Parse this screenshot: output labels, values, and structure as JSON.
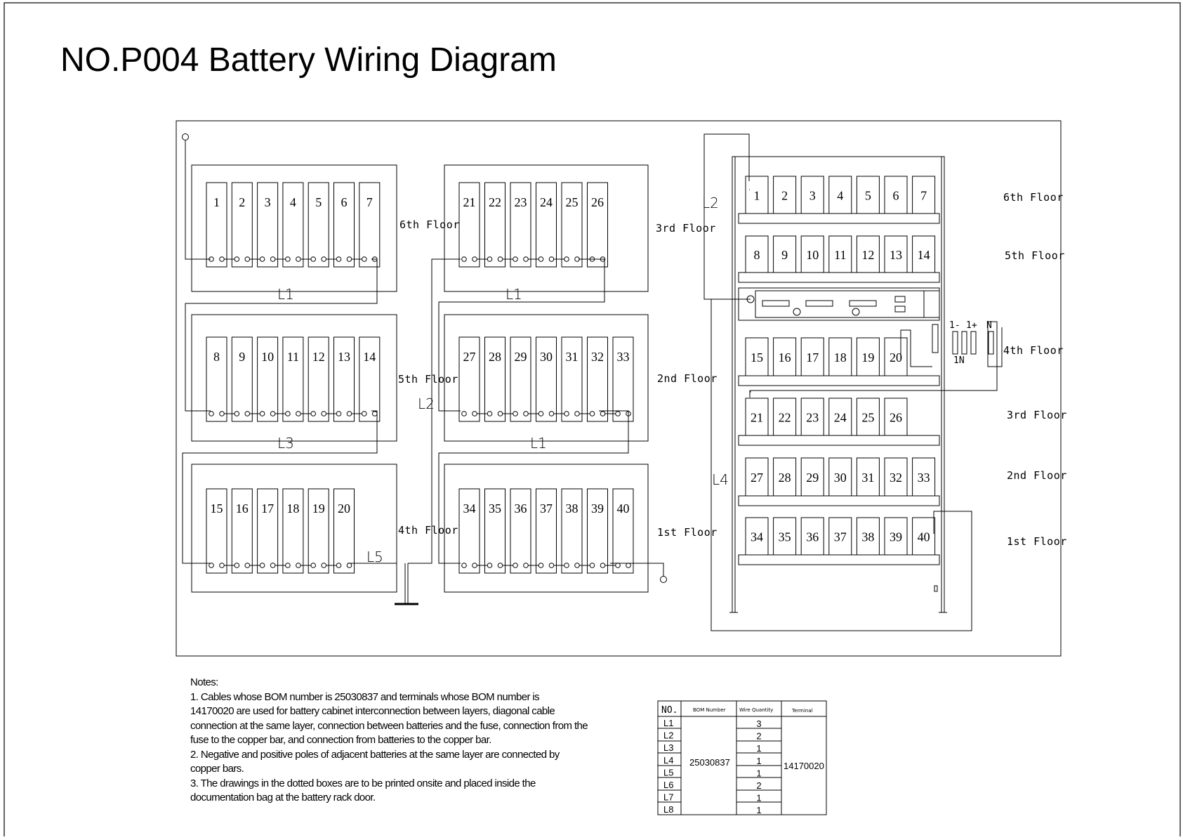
{
  "title": "NO.P004 Battery Wiring Diagram",
  "floors": {
    "sixth": "6th Floor",
    "fifth": "5th Floor",
    "fourth": "4th Floor",
    "third": "3rd Floor",
    "second": "2nd Floor",
    "first": "1st Floor"
  },
  "wires": {
    "l1": "L1",
    "l2": "L2",
    "l3": "L3",
    "l4": "L4",
    "l5": "L5"
  },
  "fuse_labels": {
    "neg": "1-",
    "pos": "1+",
    "n": "N",
    "n1": "1N"
  },
  "layout_groups": {
    "g6": [
      1,
      2,
      3,
      4,
      5,
      6,
      7
    ],
    "g5": [
      8,
      9,
      10,
      11,
      12,
      13,
      14
    ],
    "g4": [
      15,
      16,
      17,
      18,
      19,
      20
    ],
    "g3": [
      21,
      22,
      23,
      24,
      25,
      26
    ],
    "g2": [
      27,
      28,
      29,
      30,
      31,
      32,
      33
    ],
    "g1": [
      34,
      35,
      36,
      37,
      38,
      39,
      40
    ]
  },
  "notes": {
    "heading": "Notes:",
    "lines": [
      "1. Cables whose BOM number is 25030837 and terminals whose BOM number is",
      "14170020 are used for battery cabinet interconnection between layers, diagonal cable",
      "connection at the same layer, connection between batteries and the fuse, connection from the",
      "fuse to the copper bar, and connection from batteries to the copper bar.",
      "2. Negative and positive poles of adjacent batteries at the same layer are connected by",
      "copper bars.",
      "3. The drawings in the dotted boxes are to be printed onsite and placed inside the",
      "documentation bag at the battery rack door."
    ]
  },
  "table": {
    "headers": {
      "no": "NO.",
      "bom": "BOM Number",
      "qty": "Wire Quantity",
      "term": "Terminal"
    },
    "bom_value": "25030837",
    "terminal_value": "14170020",
    "rows": [
      {
        "no": "L1",
        "qty": "3"
      },
      {
        "no": "L2",
        "qty": "2"
      },
      {
        "no": "L3",
        "qty": "1"
      },
      {
        "no": "L4",
        "qty": "1"
      },
      {
        "no": "L5",
        "qty": "1"
      },
      {
        "no": "L6",
        "qty": "2"
      },
      {
        "no": "L7",
        "qty": "1"
      },
      {
        "no": "L8",
        "qty": "1"
      }
    ]
  }
}
